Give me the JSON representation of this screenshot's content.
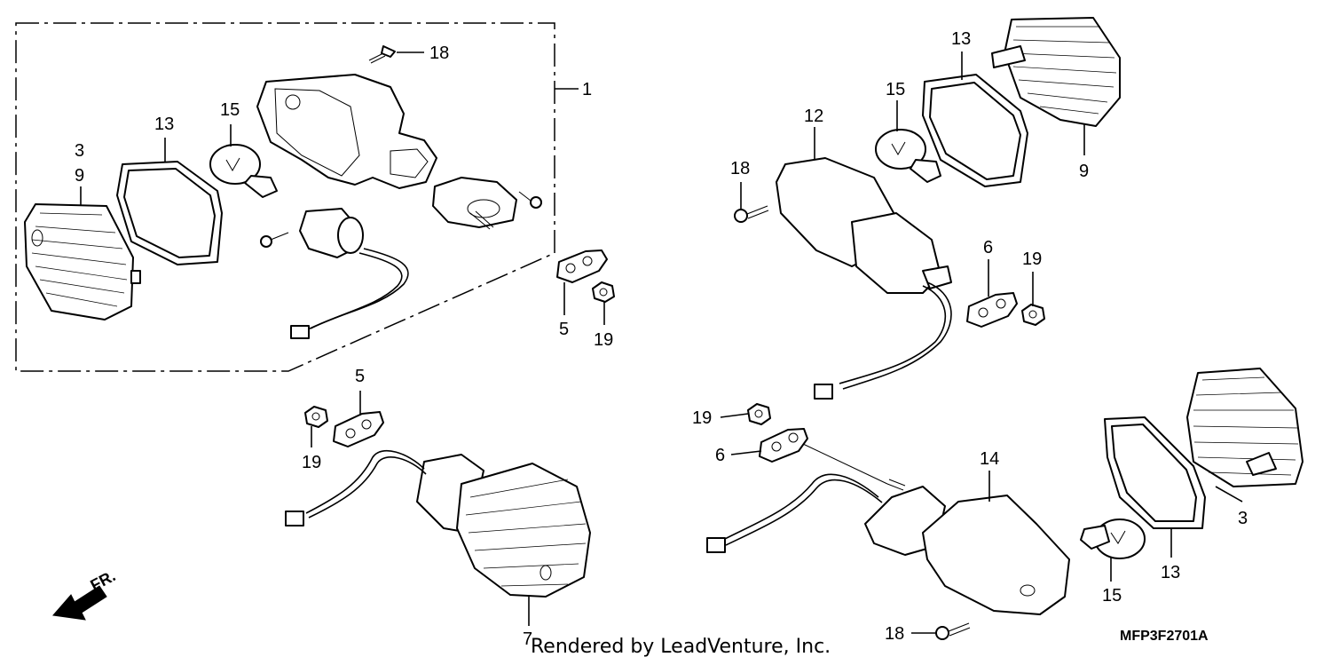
{
  "callouts": {
    "c1": "1",
    "c3a": "3",
    "c9a": "9",
    "c13a": "13",
    "c15a": "15",
    "c18a": "18",
    "c5a": "5",
    "c19a": "19",
    "c5b": "5",
    "c19b": "19",
    "c7": "7",
    "c13b": "13",
    "c15b": "15",
    "c12": "12",
    "c18b": "18",
    "c9b": "9",
    "c6a": "6",
    "c19c": "19",
    "c19d": "19",
    "c6b": "6",
    "c14": "14",
    "c3b": "3",
    "c13c": "13",
    "c15c": "15",
    "c18c": "18"
  },
  "front_arrow_label": "FR.",
  "footer": {
    "credit": "Rendered by LeadVenture, Inc.",
    "diagram_code": "MFP3F2701A"
  }
}
